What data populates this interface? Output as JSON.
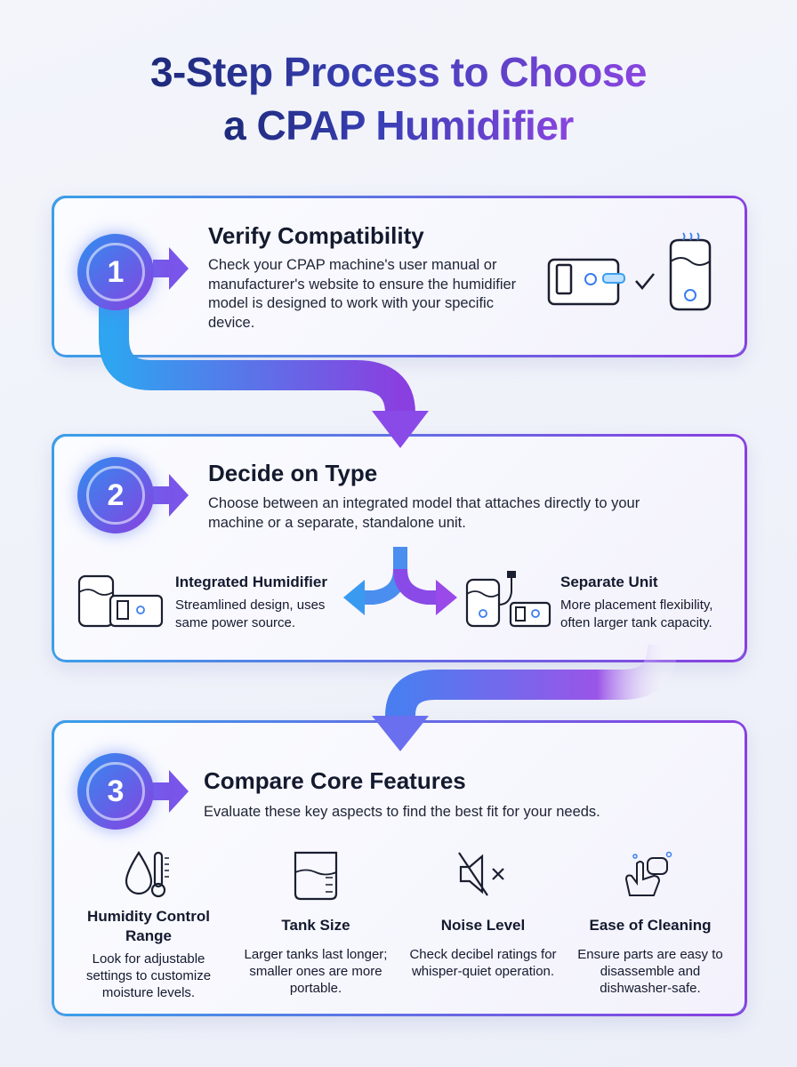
{
  "title": {
    "line1": "3-Step Process to Choose",
    "line2": "a CPAP Humidifier"
  },
  "steps": [
    {
      "number": "1",
      "heading": "Verify Compatibility",
      "body": "Check your CPAP machine's user manual or manufacturer's website to ensure the humidifier model is designed to work with your specific device."
    },
    {
      "number": "2",
      "heading": "Decide on Type",
      "body": "Choose between an integrated model that attaches directly to your machine or a separate, standalone unit.",
      "options": [
        {
          "title": "Integrated Humidifier",
          "desc": "Streamlined design, uses same power source."
        },
        {
          "title": "Separate Unit",
          "desc": "More placement flexibility, often larger tank capacity."
        }
      ]
    },
    {
      "number": "3",
      "heading": "Compare Core Features",
      "body": "Evaluate these key aspects to find the best fit for your needs.",
      "features": [
        {
          "title": "Humidity Control Range",
          "desc": "Look for adjustable settings to customize moisture levels.",
          "icon": "droplet-thermometer-icon"
        },
        {
          "title": "Tank Size",
          "desc": "Larger tanks last longer; smaller ones are more portable.",
          "icon": "measuring-tank-icon"
        },
        {
          "title": "Noise Level",
          "desc": "Check decibel ratings for whisper-quiet operation.",
          "icon": "speaker-mute-icon"
        },
        {
          "title": "Ease of Cleaning",
          "desc": "Ensure parts are easy to disassemble and dishwasher-safe.",
          "icon": "hand-sponge-icon"
        }
      ]
    }
  ],
  "colors": {
    "blue": "#2f8ef0",
    "purple": "#8a3fe0",
    "navy": "#1d2a7a"
  }
}
